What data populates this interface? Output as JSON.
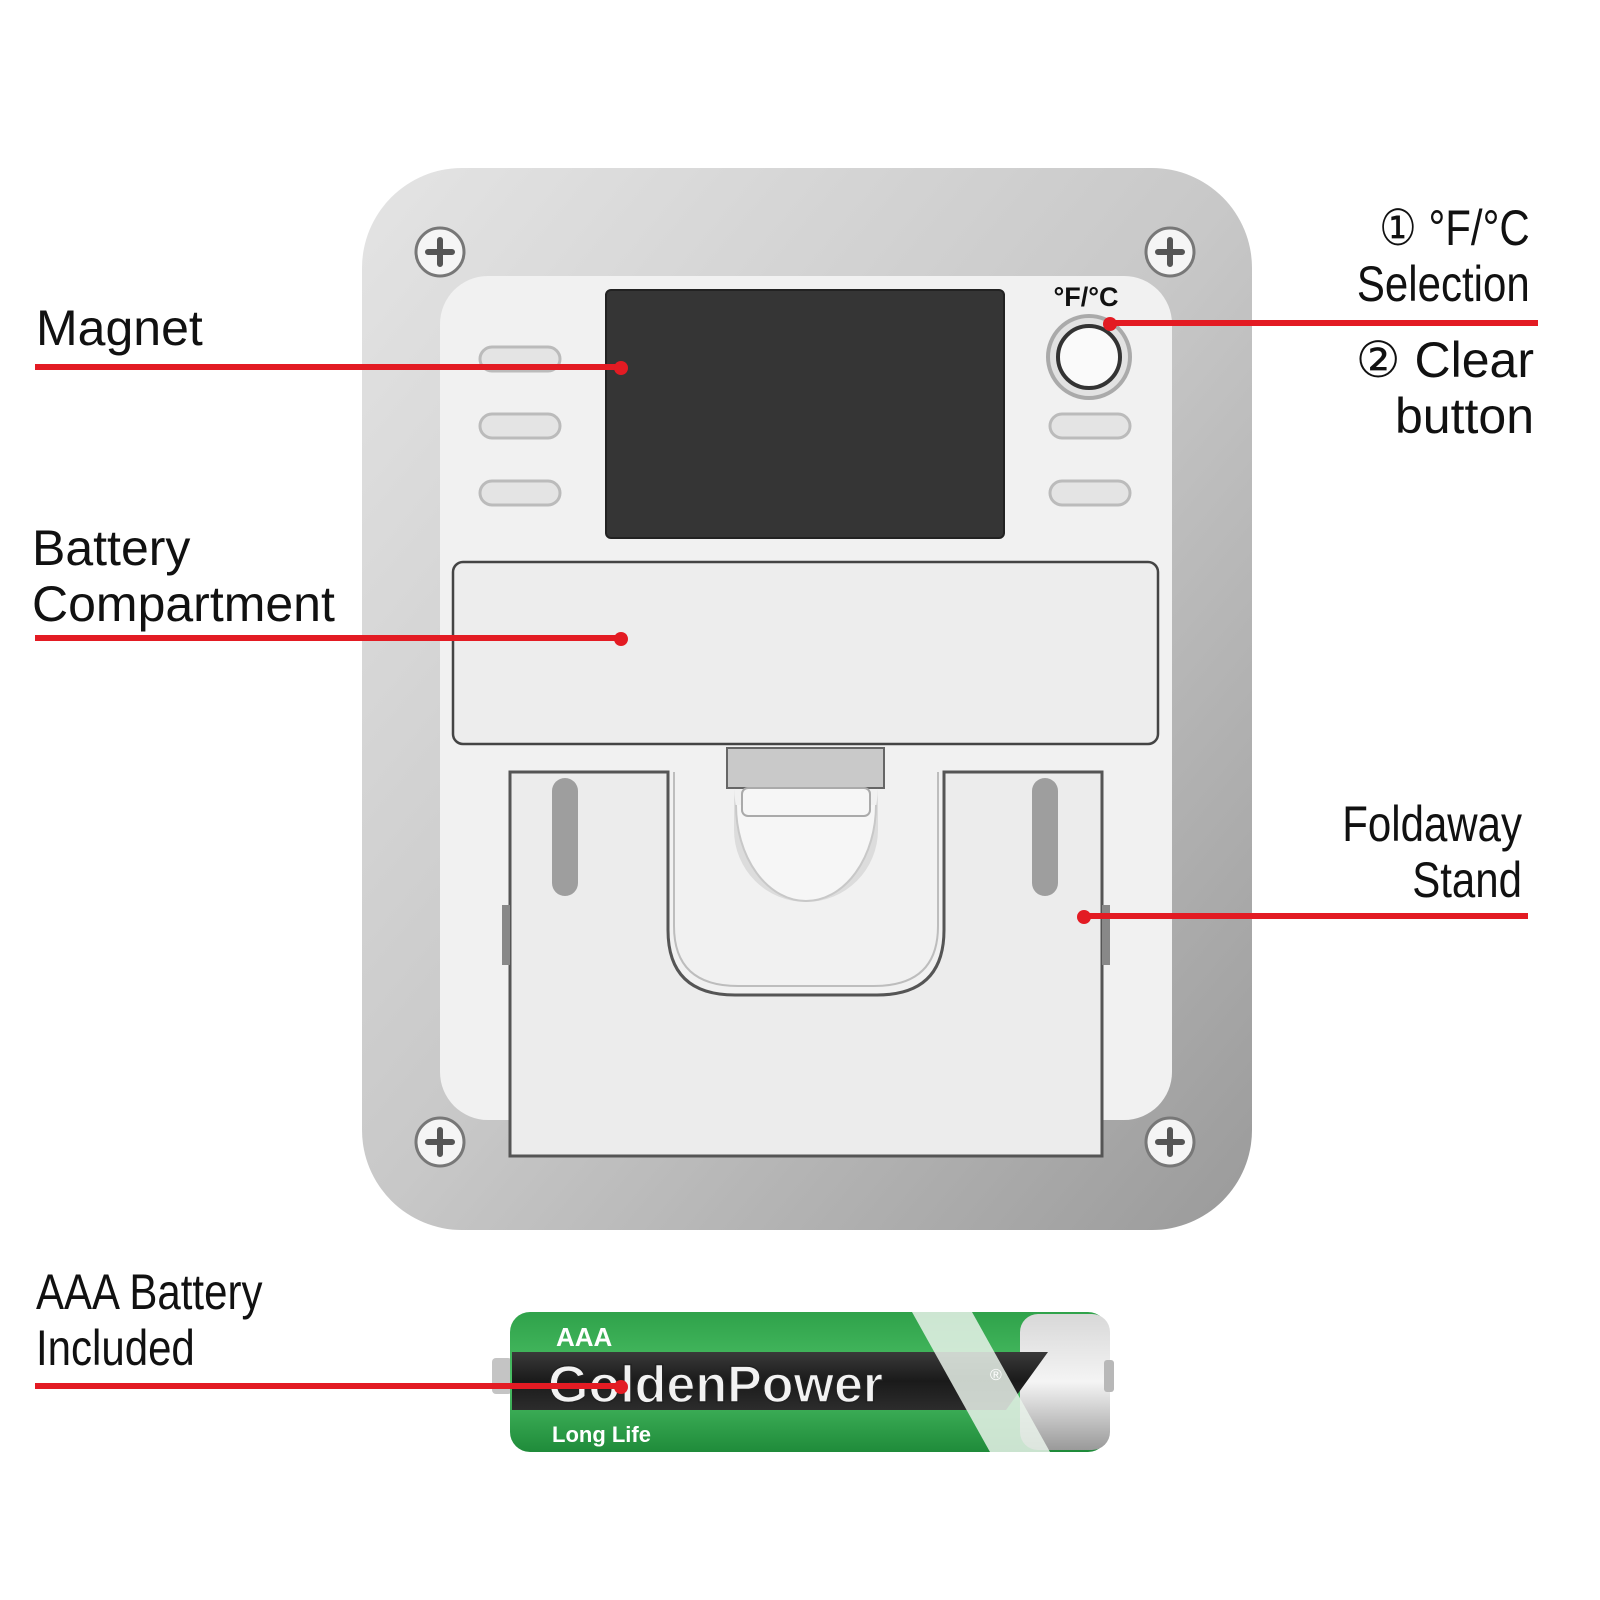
{
  "accent_color": "#e31b23",
  "device": {
    "button_label": "°F/°C"
  },
  "battery": {
    "size_label": "AAA",
    "brand": "GoldenPower",
    "registered_mark": "®",
    "tagline": "Long Life"
  },
  "callouts": {
    "magnet": {
      "lines": [
        "Magnet"
      ]
    },
    "battery_compartment": {
      "lines": [
        "Battery",
        "Compartment"
      ]
    },
    "aaa_battery": {
      "lines": [
        "AAA Battery",
        "Included"
      ]
    },
    "selection": {
      "lines": [
        "① °F/°C",
        "Selection"
      ]
    },
    "clear": {
      "lines": [
        "② Clear",
        "button"
      ]
    },
    "foldaway": {
      "lines": [
        "Foldaway",
        "Stand"
      ]
    }
  }
}
